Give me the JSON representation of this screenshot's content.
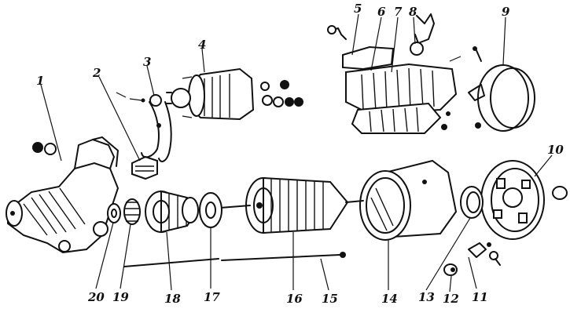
{
  "callouts": [
    {
      "id": 1,
      "label": "1"
    },
    {
      "id": 2,
      "label": "2"
    },
    {
      "id": 3,
      "label": "3"
    },
    {
      "id": 4,
      "label": "4"
    },
    {
      "id": 5,
      "label": "5"
    },
    {
      "id": 6,
      "label": "6"
    },
    {
      "id": 7,
      "label": "7"
    },
    {
      "id": 8,
      "label": "8"
    },
    {
      "id": 9,
      "label": "9"
    },
    {
      "id": 10,
      "label": "10"
    },
    {
      "id": 11,
      "label": "11"
    },
    {
      "id": 12,
      "label": "12"
    },
    {
      "id": 13,
      "label": "13"
    },
    {
      "id": 14,
      "label": "14"
    },
    {
      "id": 15,
      "label": "15"
    },
    {
      "id": 16,
      "label": "16"
    },
    {
      "id": 17,
      "label": "17"
    },
    {
      "id": 18,
      "label": "18"
    },
    {
      "id": 19,
      "label": "19"
    },
    {
      "id": 20,
      "label": "20"
    }
  ]
}
